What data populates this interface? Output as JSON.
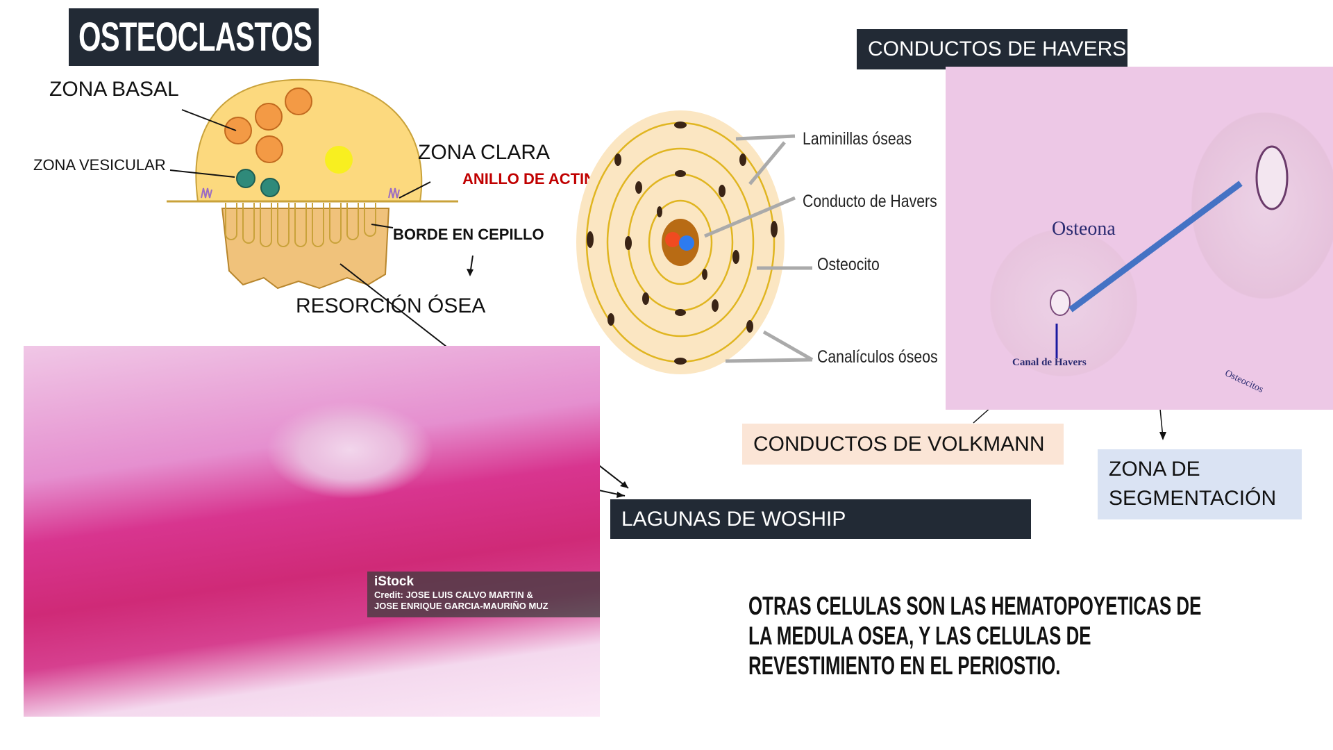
{
  "title": "OSTEOCLASTOS",
  "osteoclast_labels": {
    "zona_basal": "ZONA BASAL",
    "zona_vesicular": "ZONA VESICULAR",
    "zona_clara": "ZONA CLARA",
    "anillo": "ANILLO DE ACTINA",
    "borde": "BORDE EN CEPILLO",
    "resorcion": "RESORCIÓN ÓSEA"
  },
  "photo1": {
    "brand": "iStock",
    "credit_line1": "Credit: JOSE LUIS CALVO MARTIN &",
    "credit_line2": "JOSE ENRIQUE GARCIA-MAURIÑO MUZ"
  },
  "osteon_labels": {
    "laminillas": "Laminillas óseas",
    "conducto": "Conducto de Havers",
    "osteocito": "Osteocito",
    "canaliculos": "Canalículos óseos"
  },
  "photo2": {
    "osteona": "Osteona",
    "canal": "Canal de Havers",
    "osteocitos": "Osteocitos"
  },
  "boxes": {
    "havers": "CONDUCTOS DE HAVERS",
    "volkmann": "CONDUCTOS DE VOLKMANN",
    "segmentacion_1": "ZONA DE",
    "segmentacion_2": "SEGMENTACIÓN",
    "lagunas": "LAGUNAS DE WOSHIP"
  },
  "other_text": [
    "OTRAS CELULAS SON LAS  HEMATOPOYETICAS DE",
    "LA MEDULA OSEA, Y LAS CELULAS DE",
    "REVESTIMIENTO EN EL PERIOSTIO."
  ],
  "colors": {
    "dark_box": "#222a35",
    "volkmann_bg": "#fbe5d6",
    "segmentacion_bg": "#dae3f3",
    "actina_red": "#c00000"
  }
}
